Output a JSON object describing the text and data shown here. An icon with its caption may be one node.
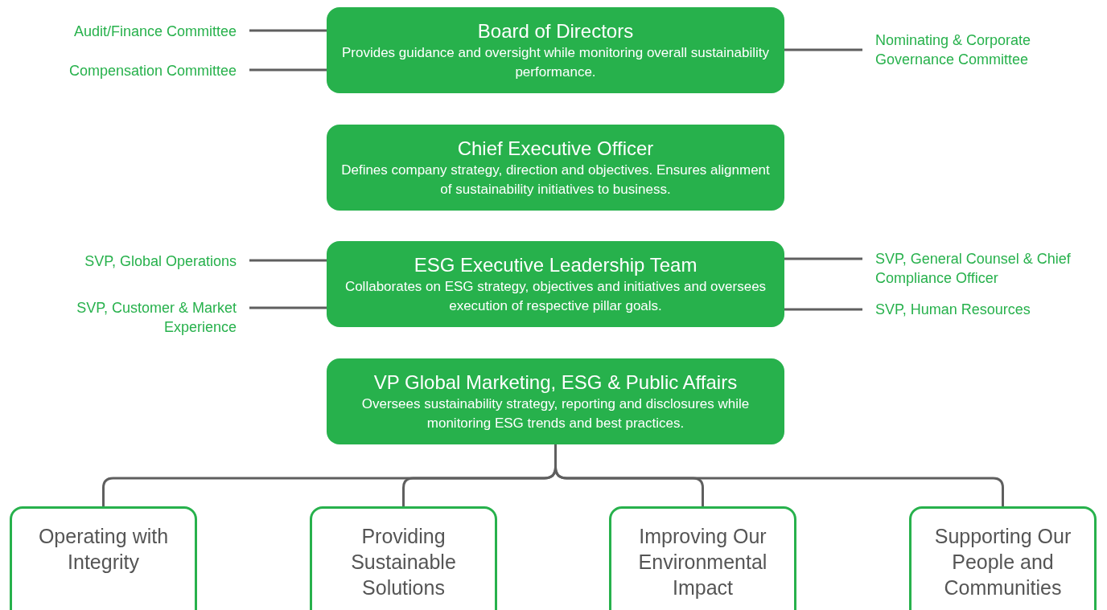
{
  "diagram": {
    "nodes": [
      {
        "text": [
          "Board of Directors",
          "Provides guidance and oversight while monitoring overall sustainability performance."
        ]
      },
      {
        "text": [
          "Chief Executive Officer",
          "Defines company strategy, direction and objectives. Ensures alignment of sustainability initiatives to business."
        ]
      },
      {
        "text": [
          "ESG Executive Leadership Team",
          "Collaborates on ESG strategy, objectives and initiatives and oversees execution of respective pillar goals."
        ]
      },
      {
        "text": [
          "VP Global Marketing, ESG & Public Affairs",
          "Oversees sustainability strategy, reporting and disclosures while monitoring ESG trends and best practices."
        ]
      },
      {
        "text": [
          "Operating with Integrity"
        ]
      },
      {
        "text": [
          "Providing Sustainable Solutions"
        ]
      },
      {
        "text": [
          "Improving Our Environmental Impact"
        ]
      },
      {
        "text": [
          "Supporting Our People and Communities"
        ]
      },
      {
        "text": [
          "Audit/Finance Committee"
        ]
      },
      {
        "text": [
          "Compensation Committee"
        ]
      },
      {
        "text": [
          "Nominating & Corporate Governance Committee"
        ]
      },
      {
        "text": [
          "SVP, Global Operations"
        ]
      },
      {
        "text": [
          "SVP, Customer & Market Experience"
        ]
      },
      {
        "text": [
          "SVP, General Counsel & Chief Compliance Officer"
        ]
      },
      {
        "text": [
          "SVP, Human Resources"
        ]
      }
    ],
    "edges": [
      {
        "from": 3,
        "to": 4,
        "arrow": "none"
      },
      {
        "from": 3,
        "to": 5,
        "arrow": "none"
      },
      {
        "from": 3,
        "to": 6,
        "arrow": "none"
      },
      {
        "from": 3,
        "to": 7,
        "arrow": "none"
      },
      {
        "from": 8,
        "to": 0,
        "arrow": "none"
      },
      {
        "from": 9,
        "to": 0,
        "arrow": "none"
      },
      {
        "from": 0,
        "to": 10,
        "arrow": "none"
      },
      {
        "from": 11,
        "to": 2,
        "arrow": "none"
      },
      {
        "from": 12,
        "to": 2,
        "arrow": "none"
      },
      {
        "from": 2,
        "to": 13,
        "arrow": "none"
      },
      {
        "from": 2,
        "to": 14,
        "arrow": "none"
      }
    ]
  }
}
